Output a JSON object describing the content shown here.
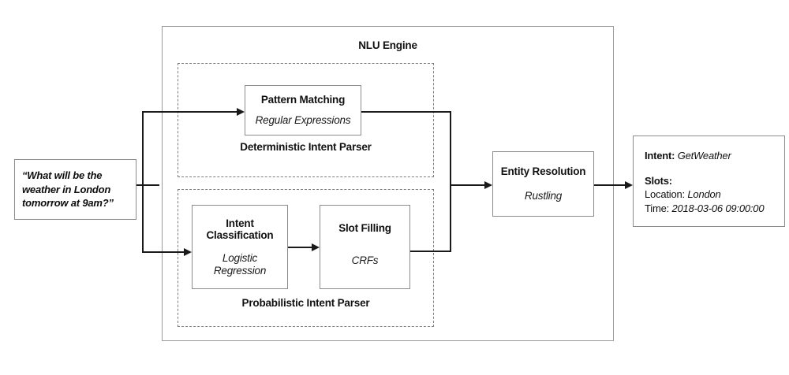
{
  "diagram": {
    "title": "NLU Engine",
    "input": {
      "name": "user-utterance",
      "text": "“What will be the weather in London tomorrow at 9am?”"
    },
    "groups": [
      {
        "id": "deterministic",
        "caption": "Deterministic Intent Parser",
        "nodes": [
          {
            "id": "pattern-matching",
            "title": "Pattern Matching",
            "subtitle": "Regular Expressions"
          }
        ]
      },
      {
        "id": "probabilistic",
        "caption": "Probabilistic Intent Parser",
        "nodes": [
          {
            "id": "intent-classification",
            "title_line_1": "Intent",
            "title_line_2": "Classification",
            "subtitle_line_1": "Logistic",
            "subtitle_line_2": "Regression"
          },
          {
            "id": "slot-filling",
            "title": "Slot Filling",
            "subtitle": "CRFs"
          }
        ]
      }
    ],
    "entity_resolution": {
      "id": "entity-resolution",
      "title": "Entity Resolution",
      "subtitle": "Rustling"
    },
    "output": {
      "intent_label": "Intent:",
      "intent_value": "GetWeather",
      "slots_label": "Slots:",
      "slot_rows": [
        {
          "key": "Location:",
          "value": "London"
        },
        {
          "key": "Time:",
          "value": "2018-03-06 09:00:00"
        }
      ]
    },
    "colors": {
      "line": "#1a1a1a",
      "box_border": "#8c8c8c",
      "dashed_border": "#7d7d7d",
      "outer_border": "#9a9a9a",
      "background": "#ffffff",
      "text": "#111111"
    }
  }
}
